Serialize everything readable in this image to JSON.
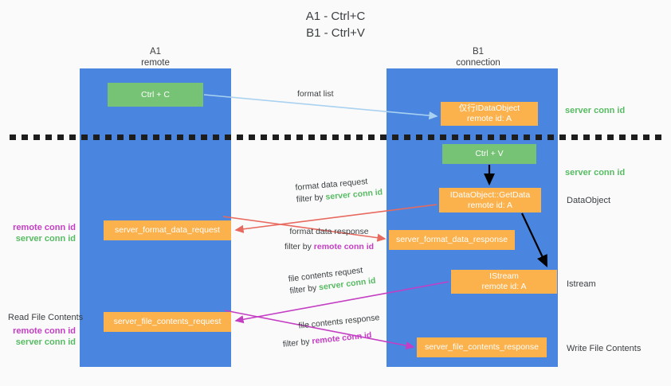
{
  "title": {
    "line1": "A1 - Ctrl+C",
    "line2": "B1 - Ctrl+V"
  },
  "columns": {
    "a1": {
      "name": "A1",
      "role": "remote"
    },
    "b1": {
      "name": "B1",
      "role": "connection"
    }
  },
  "nodes": {
    "ctrl_c": {
      "label": "Ctrl + C",
      "color": "#77c376"
    },
    "ctrl_v": {
      "label": "Ctrl + V",
      "color": "#77c376"
    },
    "idataobject": {
      "line1": "仅行IDataObject",
      "line2": "remote id: A",
      "color": "#fbb14c"
    },
    "getdata": {
      "line1": "IDataObject::GetData",
      "line2": "remote id: A",
      "color": "#fbb14c"
    },
    "istream": {
      "line1": "IStream",
      "line2": "remote id: A",
      "color": "#fbb14c"
    },
    "server_format_data_request": {
      "label": "server_format_data_request",
      "color": "#fbb14c"
    },
    "server_format_data_response": {
      "label": "server_format_data_response",
      "color": "#fbb14c"
    },
    "server_file_contents_request": {
      "label": "server_file_contents_request",
      "color": "#fbb14c"
    },
    "server_file_contents_response": {
      "label": "server_file_contents_response",
      "color": "#fbb14c"
    }
  },
  "flows": {
    "format_list": {
      "text": "format list"
    },
    "format_data_request": {
      "text": "format data request",
      "filter_prefix": "filter by ",
      "filter_value": "server conn id"
    },
    "format_data_response": {
      "text": "format data response",
      "filter_prefix": "filter by ",
      "filter_value": "remote conn id"
    },
    "file_contents_request": {
      "text": "file contents request",
      "filter_prefix": "filter by ",
      "filter_value": "server conn id"
    },
    "file_contents_response": {
      "text": "file contents response",
      "filter_prefix": "filter by ",
      "filter_value": "remote conn id"
    }
  },
  "side_labels": {
    "server_conn_id_top": "server conn id",
    "server_conn_id_mid": "server conn id",
    "dataobject": "DataObject",
    "istream": "Istream",
    "write_file_contents": "Write File Contents",
    "read_file_contents": "Read File Contents",
    "remote_conn_id": "remote conn id",
    "server_conn_id": "server conn id"
  },
  "colors": {
    "lane": "#4a86e0",
    "green_node": "#77c376",
    "orange_node": "#fbb14c",
    "server_conn_id": "#57bb63",
    "remote_conn_id": "#c43ec4",
    "arrow_light_blue": "#a9d1f0",
    "arrow_red": "#e8695e",
    "arrow_magenta": "#c43ec4",
    "arrow_black": "#000000",
    "background": "#fafafa"
  }
}
